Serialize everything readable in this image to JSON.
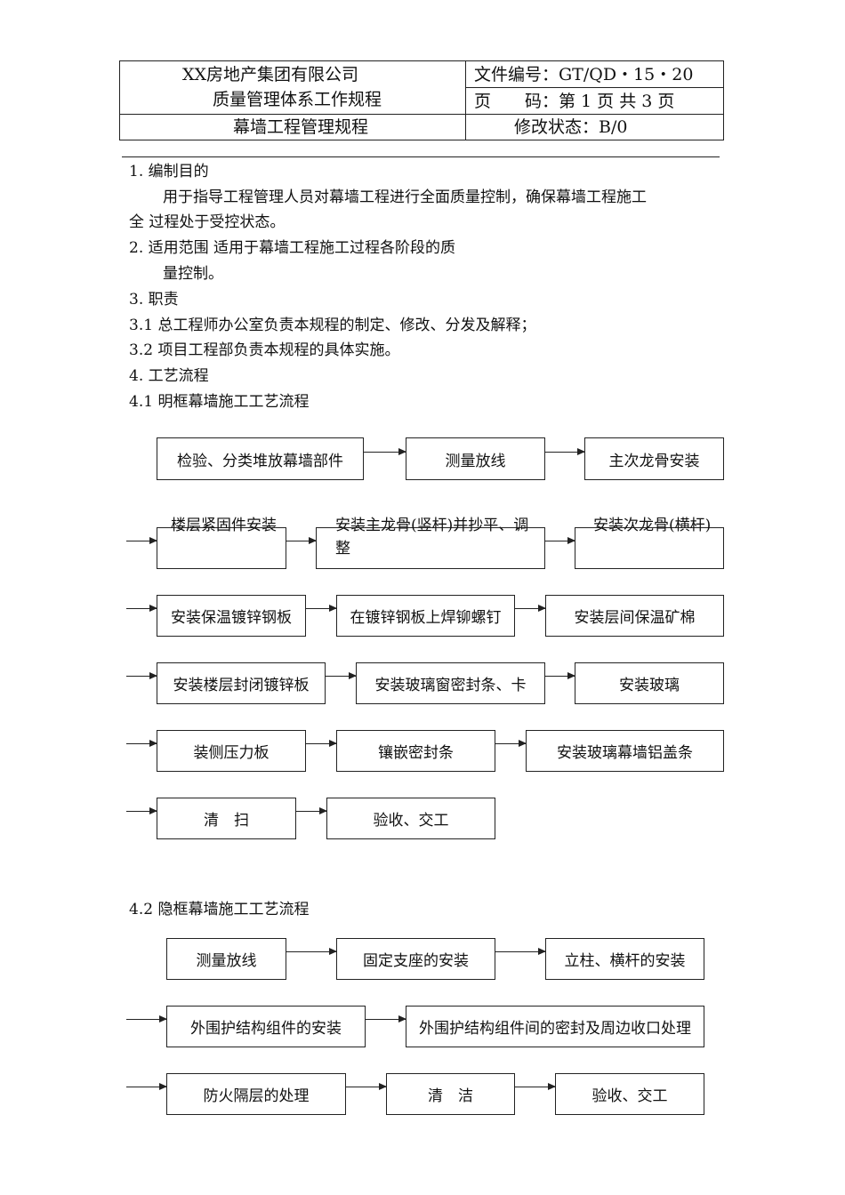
{
  "header": {
    "company": "XX房地产集团有限公司",
    "system": "质量管理体系工作规程",
    "doc_no": "文件编号：GT/QD・15・20",
    "page_label": "页　　码：第 1 页 共 3 页",
    "title": "幕墙工程管理规程",
    "status": "修改状态：B/0"
  },
  "body": {
    "s1": "1. 编制目的",
    "s1_text1": "用于指导工程管理人员对幕墙工程进行全面质量控制，确保幕墙工程施工",
    "s1_text2": "全 过程处于受控状态。",
    "s2": "2. 适用范围 适用于幕墙工程施工过程各阶段的质",
    "s2_text": "量控制。",
    "s3": "3. 职责",
    "s3_1": "3.1 总工程师办公室负责本规程的制定、修改、分发及解释；",
    "s3_2": "3.2 项目工程部负责本规程的具体实施。",
    "s4": "4. 工艺流程",
    "s4_1": "4.1 明框幕墙施工工艺流程",
    "s4_2": "4.2 隐框幕墙施工工艺流程"
  },
  "flow1": {
    "r1": [
      "检验、分类堆放幕墙部件",
      "测量放线",
      "主次龙骨安装"
    ],
    "r2": [
      "楼层紧固件安装",
      "安装主龙骨(竖杆)并抄平、调",
      "整",
      "安装次龙骨(横杆)"
    ],
    "r3": [
      "安装保温镀锌钢板",
      "在镀锌钢板上焊铆螺钉",
      "安装层间保温矿棉"
    ],
    "r4": [
      "安装楼层封闭镀锌板",
      "安装玻璃窗密封条、卡",
      "安装玻璃"
    ],
    "r5": [
      "装侧压力板",
      "镶嵌密封条",
      "安装玻璃幕墙铝盖条"
    ],
    "r6": [
      "清　扫",
      "验收、交工"
    ]
  },
  "flow2": {
    "r1": [
      "测量放线",
      "固定支座的安装",
      "立柱、横杆的安装"
    ],
    "r2": [
      "外围护结构组件的安装",
      "外围护结构组件间的密封及周边收口处理"
    ],
    "r3": [
      "防火隔层的处理",
      "清　洁",
      "验收、交工"
    ]
  }
}
